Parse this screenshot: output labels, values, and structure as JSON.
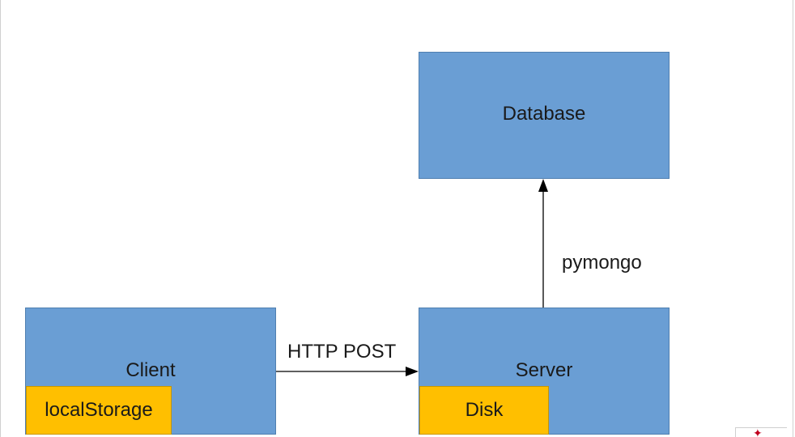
{
  "diagram": {
    "nodes": {
      "database": {
        "label": "Database"
      },
      "client": {
        "label": "Client",
        "inner": {
          "label": "localStorage"
        }
      },
      "server": {
        "label": "Server",
        "inner": {
          "label": "Disk"
        }
      }
    },
    "edges": {
      "client_to_server": {
        "label": "HTTP POST"
      },
      "server_to_database": {
        "label": "pymongo"
      }
    }
  },
  "colors": {
    "box_fill": "#6a9ed4",
    "inner_fill": "#ffbf00",
    "arrow": "#000000"
  },
  "icons": {
    "corner": "star-icon"
  }
}
